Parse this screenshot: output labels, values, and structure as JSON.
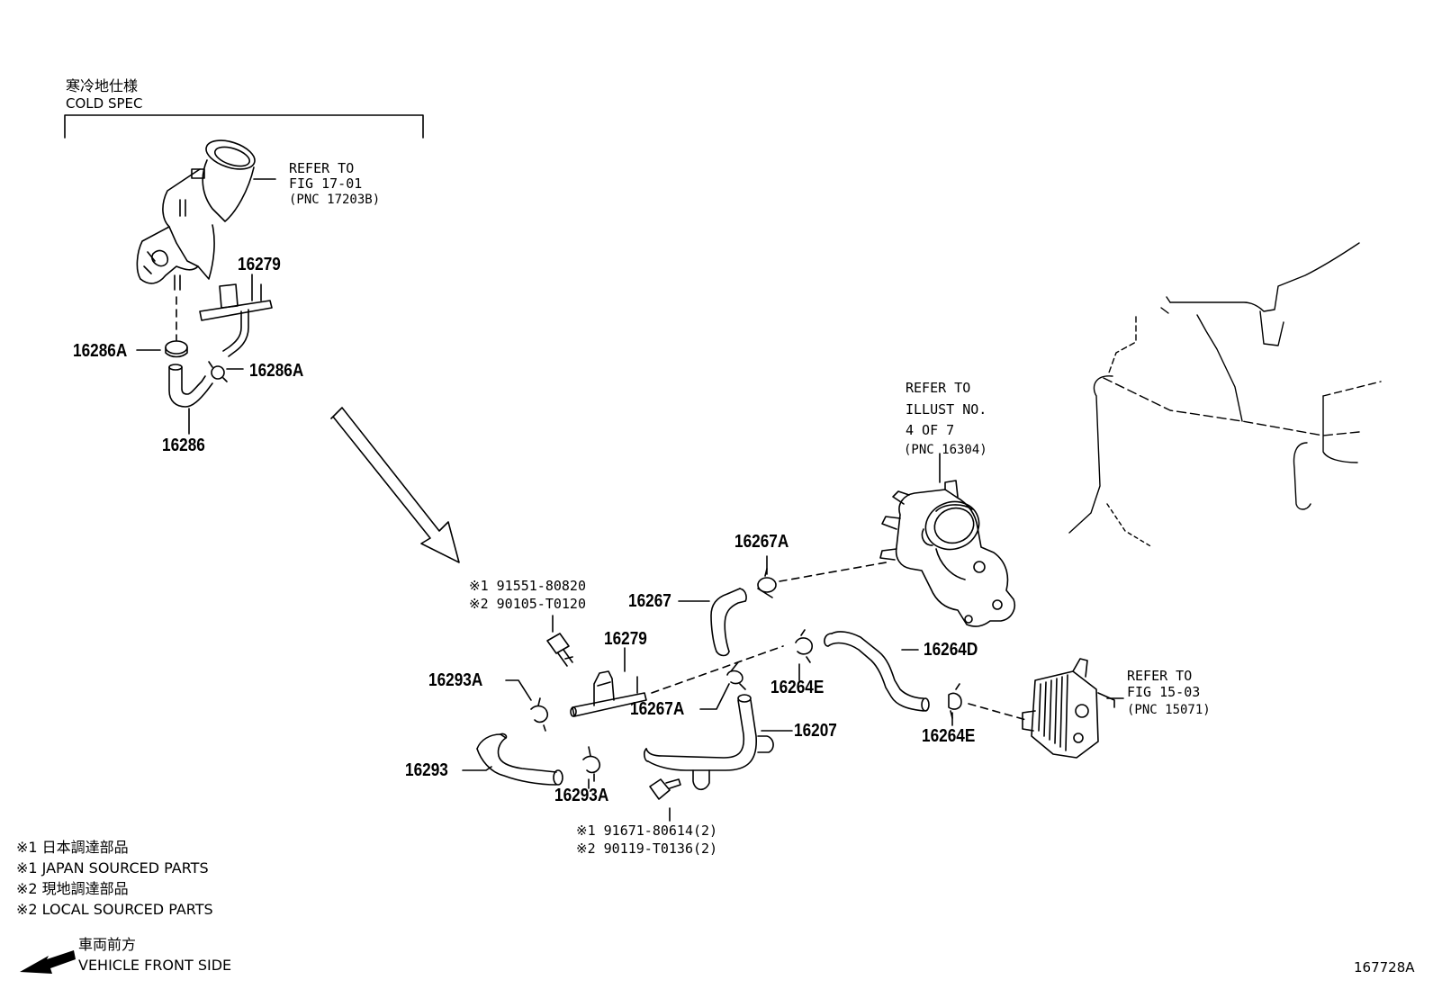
{
  "header": {
    "cold_spec_jp": "寒冷地仕様",
    "cold_spec_en": "COLD SPEC"
  },
  "refs": {
    "fig1701": [
      "REFER TO",
      "FIG 17-01",
      "(PNC 17203B)"
    ],
    "illust": [
      "REFER TO",
      "ILLUST NO.",
      "4 OF 7",
      "(PNC 16304)"
    ],
    "fig1503": [
      "REFER TO",
      "FIG 15-03",
      "(PNC 15071)"
    ]
  },
  "parts": {
    "p16279_top": "16279",
    "p16286A_left": "16286A",
    "p16286A_right": "16286A",
    "p16286": "16286",
    "p16267A_top": "16267A",
    "p16267": "16267",
    "p16279_main": "16279",
    "p16264D": "16264D",
    "p16264E_mid": "16264E",
    "p16264E_right": "16264E",
    "p16293A_top": "16293A",
    "p16293A_bottom": "16293A",
    "p16293": "16293",
    "p16267A_bottom": "16267A",
    "p16207": "16207"
  },
  "bolts": {
    "upper_1": "※1 91551-80820",
    "upper_2": "※2 90105-T0120",
    "lower_1": "※1  91671-80614(2)",
    "lower_2": "※2  90119-T0136(2)"
  },
  "legend": {
    "line1": "※1 日本調達部品",
    "line2": "※1 JAPAN SOURCED PARTS",
    "line3": "※2 現地調達部品",
    "line4": "※2 LOCAL SOURCED PARTS",
    "front_jp": "車両前方",
    "front_en": "VEHICLE FRONT SIDE"
  },
  "illustration_id": "167728A"
}
